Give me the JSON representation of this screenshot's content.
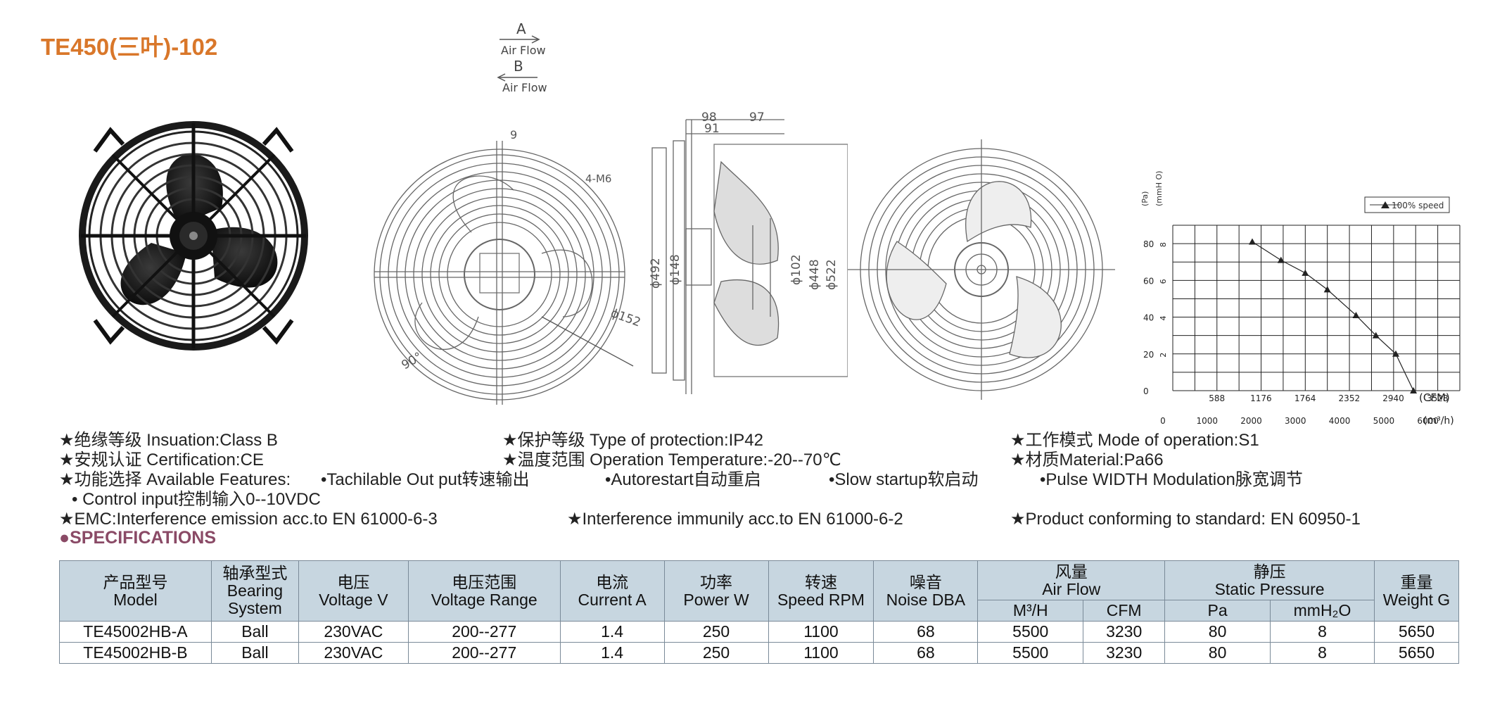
{
  "title": "TE450(三叶)-102",
  "airflow": {
    "a_label": "A",
    "a_text": "Air Flow",
    "b_label": "B",
    "b_text": "Air Flow"
  },
  "front_dims": {
    "d1": "9",
    "d2": "4-M6",
    "d3": "ϕ152",
    "d4": "90°"
  },
  "side_dims": {
    "d1": "98",
    "d2": "91",
    "d3": "97",
    "d4": "ϕ492",
    "d5": "ϕ148",
    "d6": "ϕ102",
    "d7": "ϕ448",
    "d8": "ϕ522"
  },
  "chart_data": {
    "type": "line",
    "y_label_pa": "(Pa)",
    "y_label_mmh2o": "(mmH O)",
    "x_unit_cfm": "(CFM)",
    "x_unit_m3h": "(m³/h)",
    "yticks_pa": [
      "80",
      "60",
      "40",
      "20",
      "0"
    ],
    "yticks_mmh2o": [
      "8",
      "6",
      "4",
      "2"
    ],
    "xticks_cfm": [
      "588",
      "1176",
      "1764",
      "2352",
      "2940",
      "3528"
    ],
    "xticks_m3h": [
      "0",
      "1000",
      "2000",
      "3000",
      "4000",
      "5000",
      "6000"
    ],
    "xlim_m3h": [
      0,
      6500
    ],
    "ylim_pa": [
      0,
      90
    ],
    "series": [
      {
        "name": "100% speed",
        "x": [
          1800,
          2450,
          3000,
          3500,
          4150,
          4600,
          5050,
          5450
        ],
        "y": [
          81,
          71,
          64,
          55,
          41,
          30,
          20,
          0
        ]
      }
    ]
  },
  "specs": {
    "s1": "★绝缘等级 Insuation:Class B",
    "s2": "★保护等级 Type of protection:IP42",
    "s3": "★工作模式 Mode of operation:S1",
    "s4": "★安规认证 Certification:CE",
    "s5": "★温度范围 Operation Temperature:-20--70℃",
    "s6": "★材质Material:Pa66",
    "s7": "★功能选择 Available Features:",
    "s8": "•Tachilable Out put转速输出",
    "s9": "•Autorestart自动重启",
    "s10": "•Slow startup软启动",
    "s11": "•Pulse WIDTH Modulation脉宽调节",
    "s12": "• Control input控制输入0--10VDC",
    "s13": "★EMC:Interference emission acc.to EN 61000-6-3",
    "s14": "★Interference immunily acc.to EN 61000-6-2",
    "s15": "★Product conforming to standard: EN 60950-1"
  },
  "spec_heading": "SPECIFICATIONS",
  "table": {
    "h_model_cn": "产品型号",
    "h_model_en": "Model",
    "h_bear_cn": "轴承型式",
    "h_bear_en1": "Bearing",
    "h_bear_en2": "System",
    "h_volt_cn": "电压",
    "h_volt_en": "Voltage V",
    "h_range_cn": "电压范围",
    "h_range_en": "Voltage Range",
    "h_cur_cn": "电流",
    "h_cur_en": "Current A",
    "h_pow_cn": "功率",
    "h_pow_en": "Power W",
    "h_spd_cn": "转速",
    "h_spd_en": "Speed RPM",
    "h_noise_cn": "噪音",
    "h_noise_en": "Noise DBA",
    "h_air_cn": "风量",
    "h_air_en": "Air Flow",
    "h_air_m3h": "M³/H",
    "h_air_cfm": "CFM",
    "h_sp_cn": "静压",
    "h_sp_en": "Static Pressure",
    "h_sp_pa": "Pa",
    "h_sp_mm": "mmH₂O",
    "h_wt_cn": "重量",
    "h_wt_en": "Weight G",
    "rows": [
      [
        "TE45002HB-A",
        "Ball",
        "230VAC",
        "200--277",
        "1.4",
        "250",
        "1100",
        "68",
        "5500",
        "3230",
        "80",
        "8",
        "5650"
      ],
      [
        "TE45002HB-B",
        "Ball",
        "230VAC",
        "200--277",
        "1.4",
        "250",
        "1100",
        "68",
        "5500",
        "3230",
        "80",
        "8",
        "5650"
      ]
    ]
  }
}
